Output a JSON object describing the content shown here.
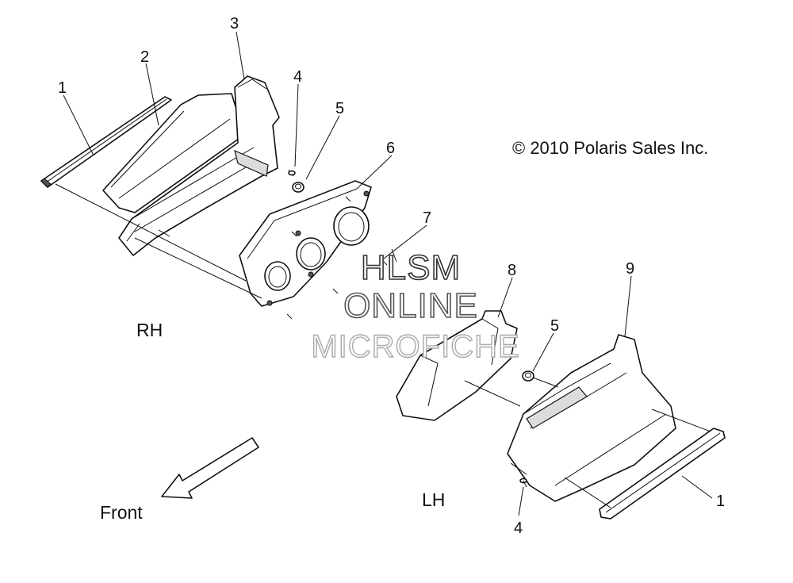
{
  "diagram": {
    "copyright": "© 2010 Polaris Sales Inc.",
    "watermark": {
      "line1": "HLSM",
      "line2": "ONLINE",
      "line3": "MICROFICHE"
    },
    "side_labels": {
      "rh": "RH",
      "lh": "LH"
    },
    "direction_label": "Front",
    "callouts": {
      "rh_1": "1",
      "rh_2": "2",
      "rh_3": "3",
      "rh_4": "4",
      "rh_5": "5",
      "gauge_6": "6",
      "screw_7": "7",
      "cover_8": "8",
      "lh_9": "9",
      "lh_5": "5",
      "lh_4": "4",
      "lh_1": "1"
    }
  }
}
